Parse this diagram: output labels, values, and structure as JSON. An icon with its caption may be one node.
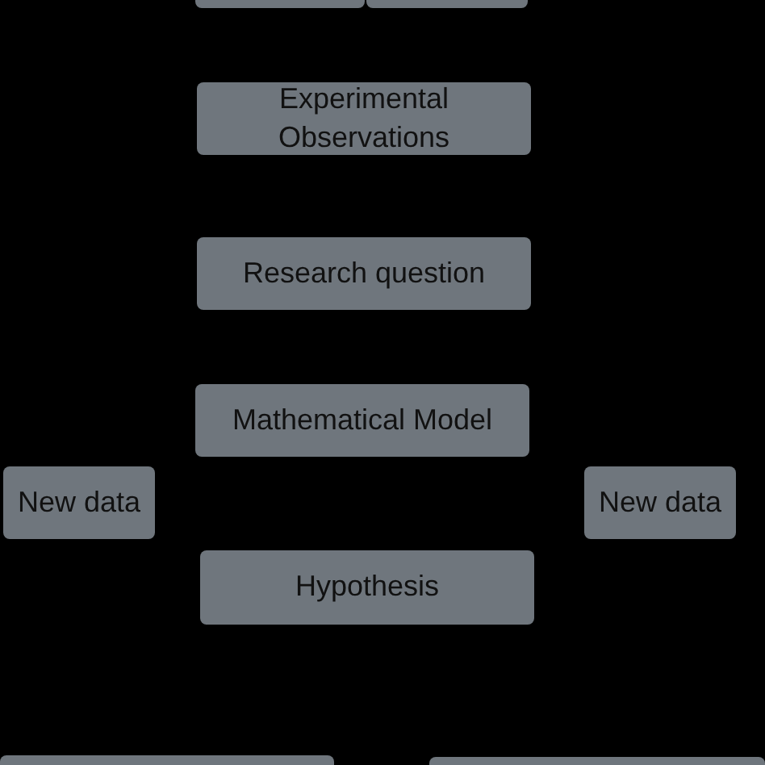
{
  "diagram": {
    "nodes": [
      {
        "text": [],
        "shape": "box"
      },
      {
        "text": [],
        "shape": "box"
      },
      {
        "text": [
          "Experimental Observations"
        ]
      },
      {
        "text": [
          "Research question"
        ]
      },
      {
        "text": [
          "Mathematical Model"
        ]
      },
      {
        "text": [
          "New data"
        ]
      },
      {
        "text": [
          "New data"
        ]
      },
      {
        "text": [
          "Hypothesis"
        ]
      },
      {
        "text": [],
        "shape": "box"
      },
      {
        "text": [],
        "shape": "box"
      }
    ]
  }
}
